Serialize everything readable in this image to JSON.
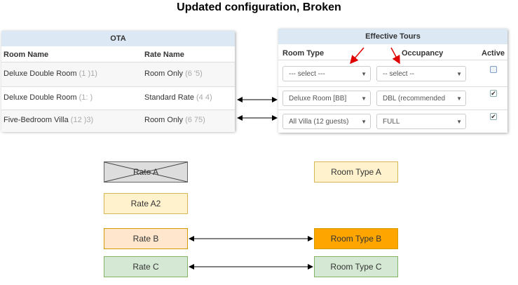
{
  "title": "Updated configuration, Broken",
  "ota": {
    "header": "OTA",
    "col_room": "Room Name",
    "col_rate": "Rate Name",
    "rows": [
      {
        "room": "Deluxe Double Room",
        "room_id": "(1          )1)",
        "rate": "Room Only",
        "rate_id": "(6          '5)"
      },
      {
        "room": "Deluxe Double Room",
        "room_id": "(1:          )",
        "rate": "Standard Rate",
        "rate_id": "(4          4)"
      },
      {
        "room": "Five-Bedroom Villa",
        "room_id": "(12          )3)",
        "rate": "Room Only",
        "rate_id": "(6          75)"
      }
    ]
  },
  "eff": {
    "header": "Effective Tours",
    "col_type": "Room Type",
    "col_occ": "Occupancy",
    "col_active": "Active",
    "rows": [
      {
        "type": "--- select ---",
        "occ": "-- select --",
        "active": ""
      },
      {
        "type": "Deluxe Room [BB]",
        "occ": "DBL (recommended",
        "active": "✔"
      },
      {
        "type": "All Villa (12 guests)",
        "occ": "FULL",
        "active": "✔"
      }
    ],
    "caret": "▼"
  },
  "boxes": {
    "rate_a": "Rate  A",
    "rate_a2": "Rate  A2",
    "rate_b": "Rate  B",
    "rate_c": "Rate  C",
    "room_a": "Room  Type A",
    "room_b": "Room Type B",
    "room_c": "Room Type C"
  },
  "colors": {
    "header_blue": "#dce9f5",
    "yellow": "#fff2cc",
    "yellow_border": "#d6b656",
    "orange": "#ffe6cc",
    "orange_border": "#d79b00",
    "orange_strong": "#ffa500",
    "green": "#d5e8d4",
    "green_border": "#82b366",
    "gray": "#dddddd",
    "red_arrow": "#e00000"
  }
}
